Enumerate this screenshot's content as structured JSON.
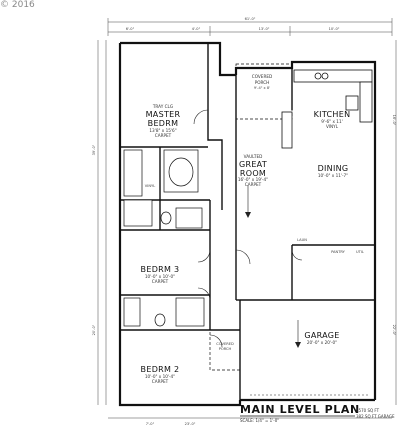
{
  "watermark": "© 2016",
  "plan": {
    "rooms": {
      "master_bedroom": {
        "name_line1": "MASTER",
        "name_line2": "BEDRM",
        "note": "TRAY CLG",
        "size": "13'8\" x 15'6\"",
        "floor": "CARPET"
      },
      "covered_porch_top": {
        "name_line1": "COVERED",
        "name_line2": "PORCH",
        "size": "9'-4\" x 8'"
      },
      "kitchen": {
        "name": "KITCHEN",
        "size": "9'-6\" x 11'",
        "floor": "VINYL"
      },
      "great_room": {
        "note": "VAULTED",
        "name_line1": "GREAT",
        "name_line2": "ROOM",
        "size": "16'-0\" x 19'-4\"",
        "floor": "CARPET"
      },
      "dining": {
        "name": "DINING",
        "size": "10'-0\" x 11'-7\""
      },
      "bedroom3": {
        "name": "BEDRM 3",
        "size": "10'-0\" x 10'-0\"",
        "floor": "CARPET"
      },
      "bedroom2": {
        "name": "BEDRM 2",
        "size": "10'-0\" x 10'-4\"",
        "floor": "CARPET"
      },
      "garage": {
        "name": "GARAGE",
        "size": "20'-0\" x 20'-0\""
      },
      "covered_porch_front": {
        "name_line1": "COVERED",
        "name_line2": "PORCH"
      },
      "laundry": {
        "name": "LAUN"
      },
      "pantry": {
        "name": "PANTRY"
      },
      "utility": {
        "name": "UTIL"
      },
      "bath_vinyl": {
        "floor": "VINYL"
      }
    },
    "title": "MAIN LEVEL PLAN",
    "scale": "SCALE: 1/4\" = 1'-0\"",
    "areas": [
      "1570 SQ FT",
      "382 SQ FT GARAGE"
    ],
    "dims": {
      "overall_width": "61'-0\"",
      "d1": "6'-0\"",
      "d2": "4'-0\"",
      "d3": "13'-0\"",
      "d4": "10'-0\"",
      "d5": "7'-0\"",
      "d6": "23'-0\"",
      "d7": "39'-0\"",
      "d8": "20'-0\"",
      "d9": "16'-0\"",
      "d10": "22'-0\""
    }
  }
}
